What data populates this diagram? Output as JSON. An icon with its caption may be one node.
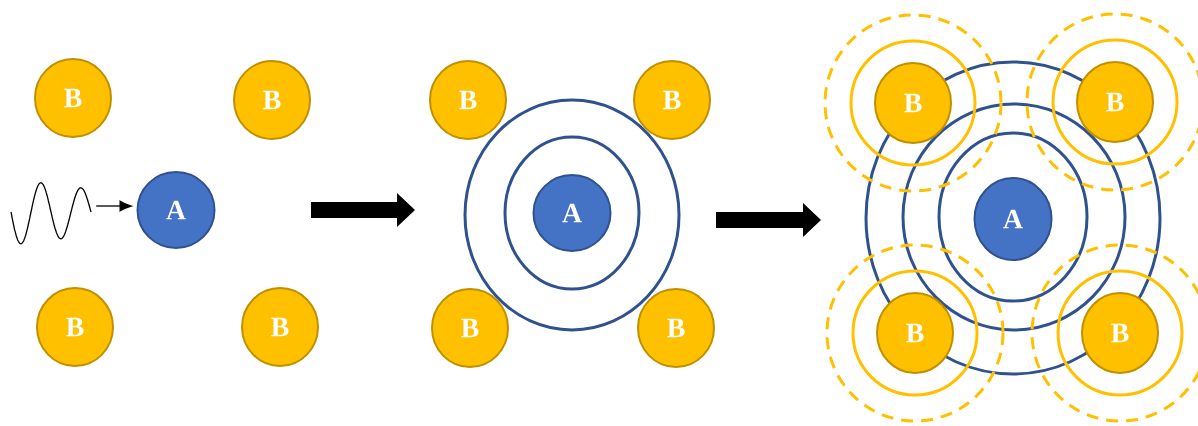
{
  "diagram": {
    "nodes": [
      {
        "text": [
          "B"
        ]
      },
      {
        "text": [
          "B"
        ]
      },
      {
        "text": [],
        "shape": "picture"
      },
      {
        "text": [
          "A"
        ]
      },
      {
        "text": [
          "B"
        ]
      },
      {
        "text": [
          "B"
        ]
      },
      {
        "text": [
          "B"
        ]
      },
      {
        "text": [
          "B"
        ]
      },
      {
        "text": [
          "A"
        ]
      },
      {
        "text": [
          "B"
        ]
      },
      {
        "text": [
          "B"
        ]
      },
      {
        "text": [
          "B"
        ]
      },
      {
        "text": [
          "B"
        ]
      },
      {
        "text": [
          "A"
        ]
      },
      {
        "text": [
          "B"
        ]
      },
      {
        "text": [
          "B"
        ]
      }
    ],
    "edges": [
      {
        "from": 2,
        "to": 3,
        "arrow": "to"
      }
    ]
  }
}
